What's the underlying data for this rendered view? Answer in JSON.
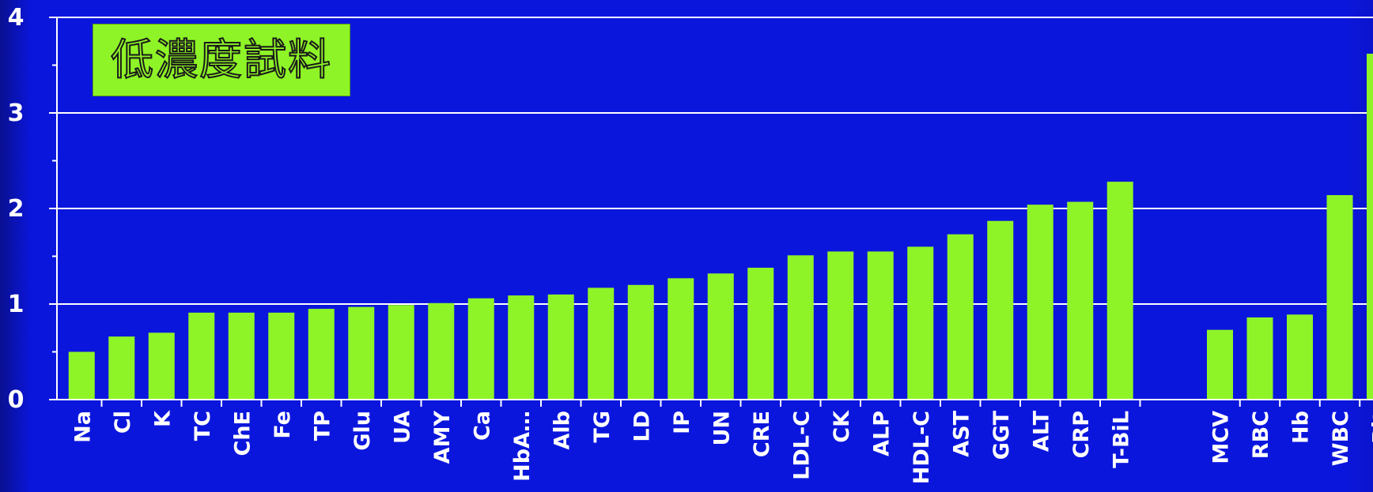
{
  "title_badge": {
    "text": "低濃度試料"
  },
  "colors": {
    "background": "#0b16dd",
    "bar": "#8ef427",
    "grid": "#ffffff",
    "text": "#ffffff"
  },
  "chart_data": {
    "type": "bar",
    "title": "低濃度試料",
    "xlabel": "",
    "ylabel": "",
    "ylim": [
      0,
      4
    ],
    "yticks": [
      "0",
      "1",
      "2",
      "3",
      "4"
    ],
    "y_minor_ticks": [
      0.5,
      1.5,
      2.5,
      3.5
    ],
    "grid": true,
    "groups": [
      {
        "categories": [
          "Na",
          "Cl",
          "K",
          "TC",
          "ChE",
          "Fe",
          "TP",
          "Glu",
          "UA",
          "AMY",
          "Ca",
          "HbA…",
          "Alb",
          "TG",
          "LD",
          "IP",
          "UN",
          "CRE",
          "LDL-C",
          "CK",
          "ALP",
          "HDL-C",
          "AST",
          "GGT",
          "ALT",
          "CRP",
          "T-BiL"
        ],
        "values": [
          0.5,
          0.66,
          0.7,
          0.91,
          0.91,
          0.91,
          0.95,
          0.97,
          0.99,
          1.01,
          1.06,
          1.09,
          1.1,
          1.17,
          1.2,
          1.27,
          1.32,
          1.38,
          1.51,
          1.55,
          1.55,
          1.6,
          1.73,
          1.87,
          2.04,
          2.07,
          2.28
        ]
      },
      {
        "categories": [
          "MCV",
          "RBC",
          "Hb",
          "WBC",
          "Plt"
        ],
        "values": [
          0.73,
          0.86,
          0.89,
          2.14,
          3.62
        ]
      }
    ]
  }
}
